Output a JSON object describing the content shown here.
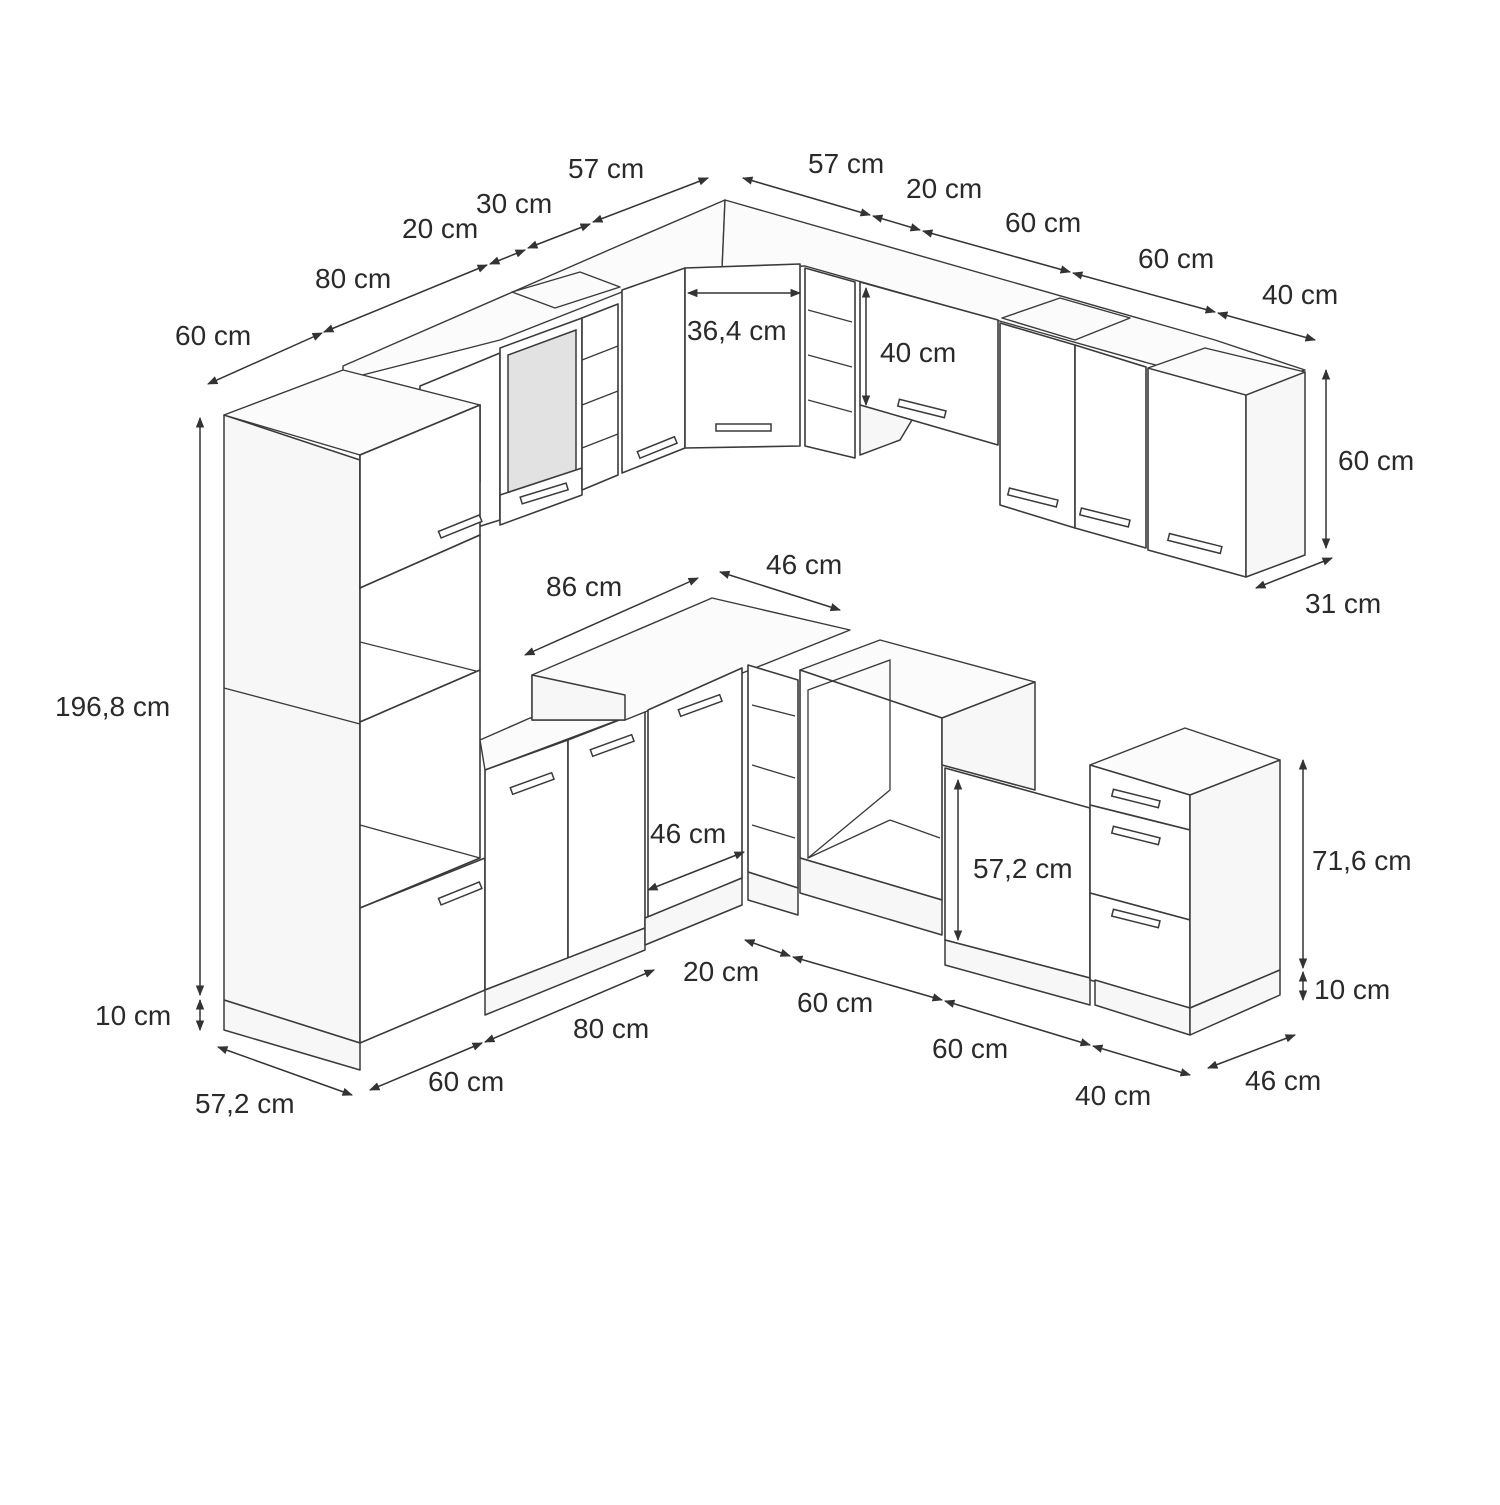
{
  "dimensions": [
    {
      "id": "upper-left-60",
      "label": "60 cm"
    },
    {
      "id": "upper-left-80",
      "label": "80 cm"
    },
    {
      "id": "upper-left-20",
      "label": "20 cm"
    },
    {
      "id": "upper-left-30",
      "label": "30 cm"
    },
    {
      "id": "upper-left-57",
      "label": "57 cm"
    },
    {
      "id": "upper-right-57",
      "label": "57 cm"
    },
    {
      "id": "upper-right-20",
      "label": "20 cm"
    },
    {
      "id": "upper-right-60a",
      "label": "60 cm"
    },
    {
      "id": "upper-right-60b",
      "label": "60 cm"
    },
    {
      "id": "upper-right-40",
      "label": "40 cm"
    },
    {
      "id": "corner-door-width",
      "label": "36,4 cm"
    },
    {
      "id": "upper-flap-height",
      "label": "40 cm"
    },
    {
      "id": "upper-height",
      "label": "60 cm"
    },
    {
      "id": "upper-depth",
      "label": "31 cm"
    },
    {
      "id": "tall-height",
      "label": "196,8 cm"
    },
    {
      "id": "tall-plinth",
      "label": "10 cm"
    },
    {
      "id": "tall-depth",
      "label": "57,2 cm"
    },
    {
      "id": "base-left-60",
      "label": "60 cm"
    },
    {
      "id": "base-left-80",
      "label": "80 cm"
    },
    {
      "id": "base-corner-86",
      "label": "86 cm"
    },
    {
      "id": "base-corner-46",
      "label": "46 cm"
    },
    {
      "id": "base-corner-door",
      "label": "46 cm"
    },
    {
      "id": "base-right-20",
      "label": "20 cm"
    },
    {
      "id": "base-right-60a",
      "label": "60 cm"
    },
    {
      "id": "base-right-60b",
      "label": "60 cm"
    },
    {
      "id": "base-right-40",
      "label": "40 cm"
    },
    {
      "id": "base-door-height",
      "label": "57,2 cm"
    },
    {
      "id": "base-height",
      "label": "71,6 cm"
    },
    {
      "id": "base-plinth",
      "label": "10 cm"
    },
    {
      "id": "base-depth",
      "label": "46 cm"
    }
  ]
}
